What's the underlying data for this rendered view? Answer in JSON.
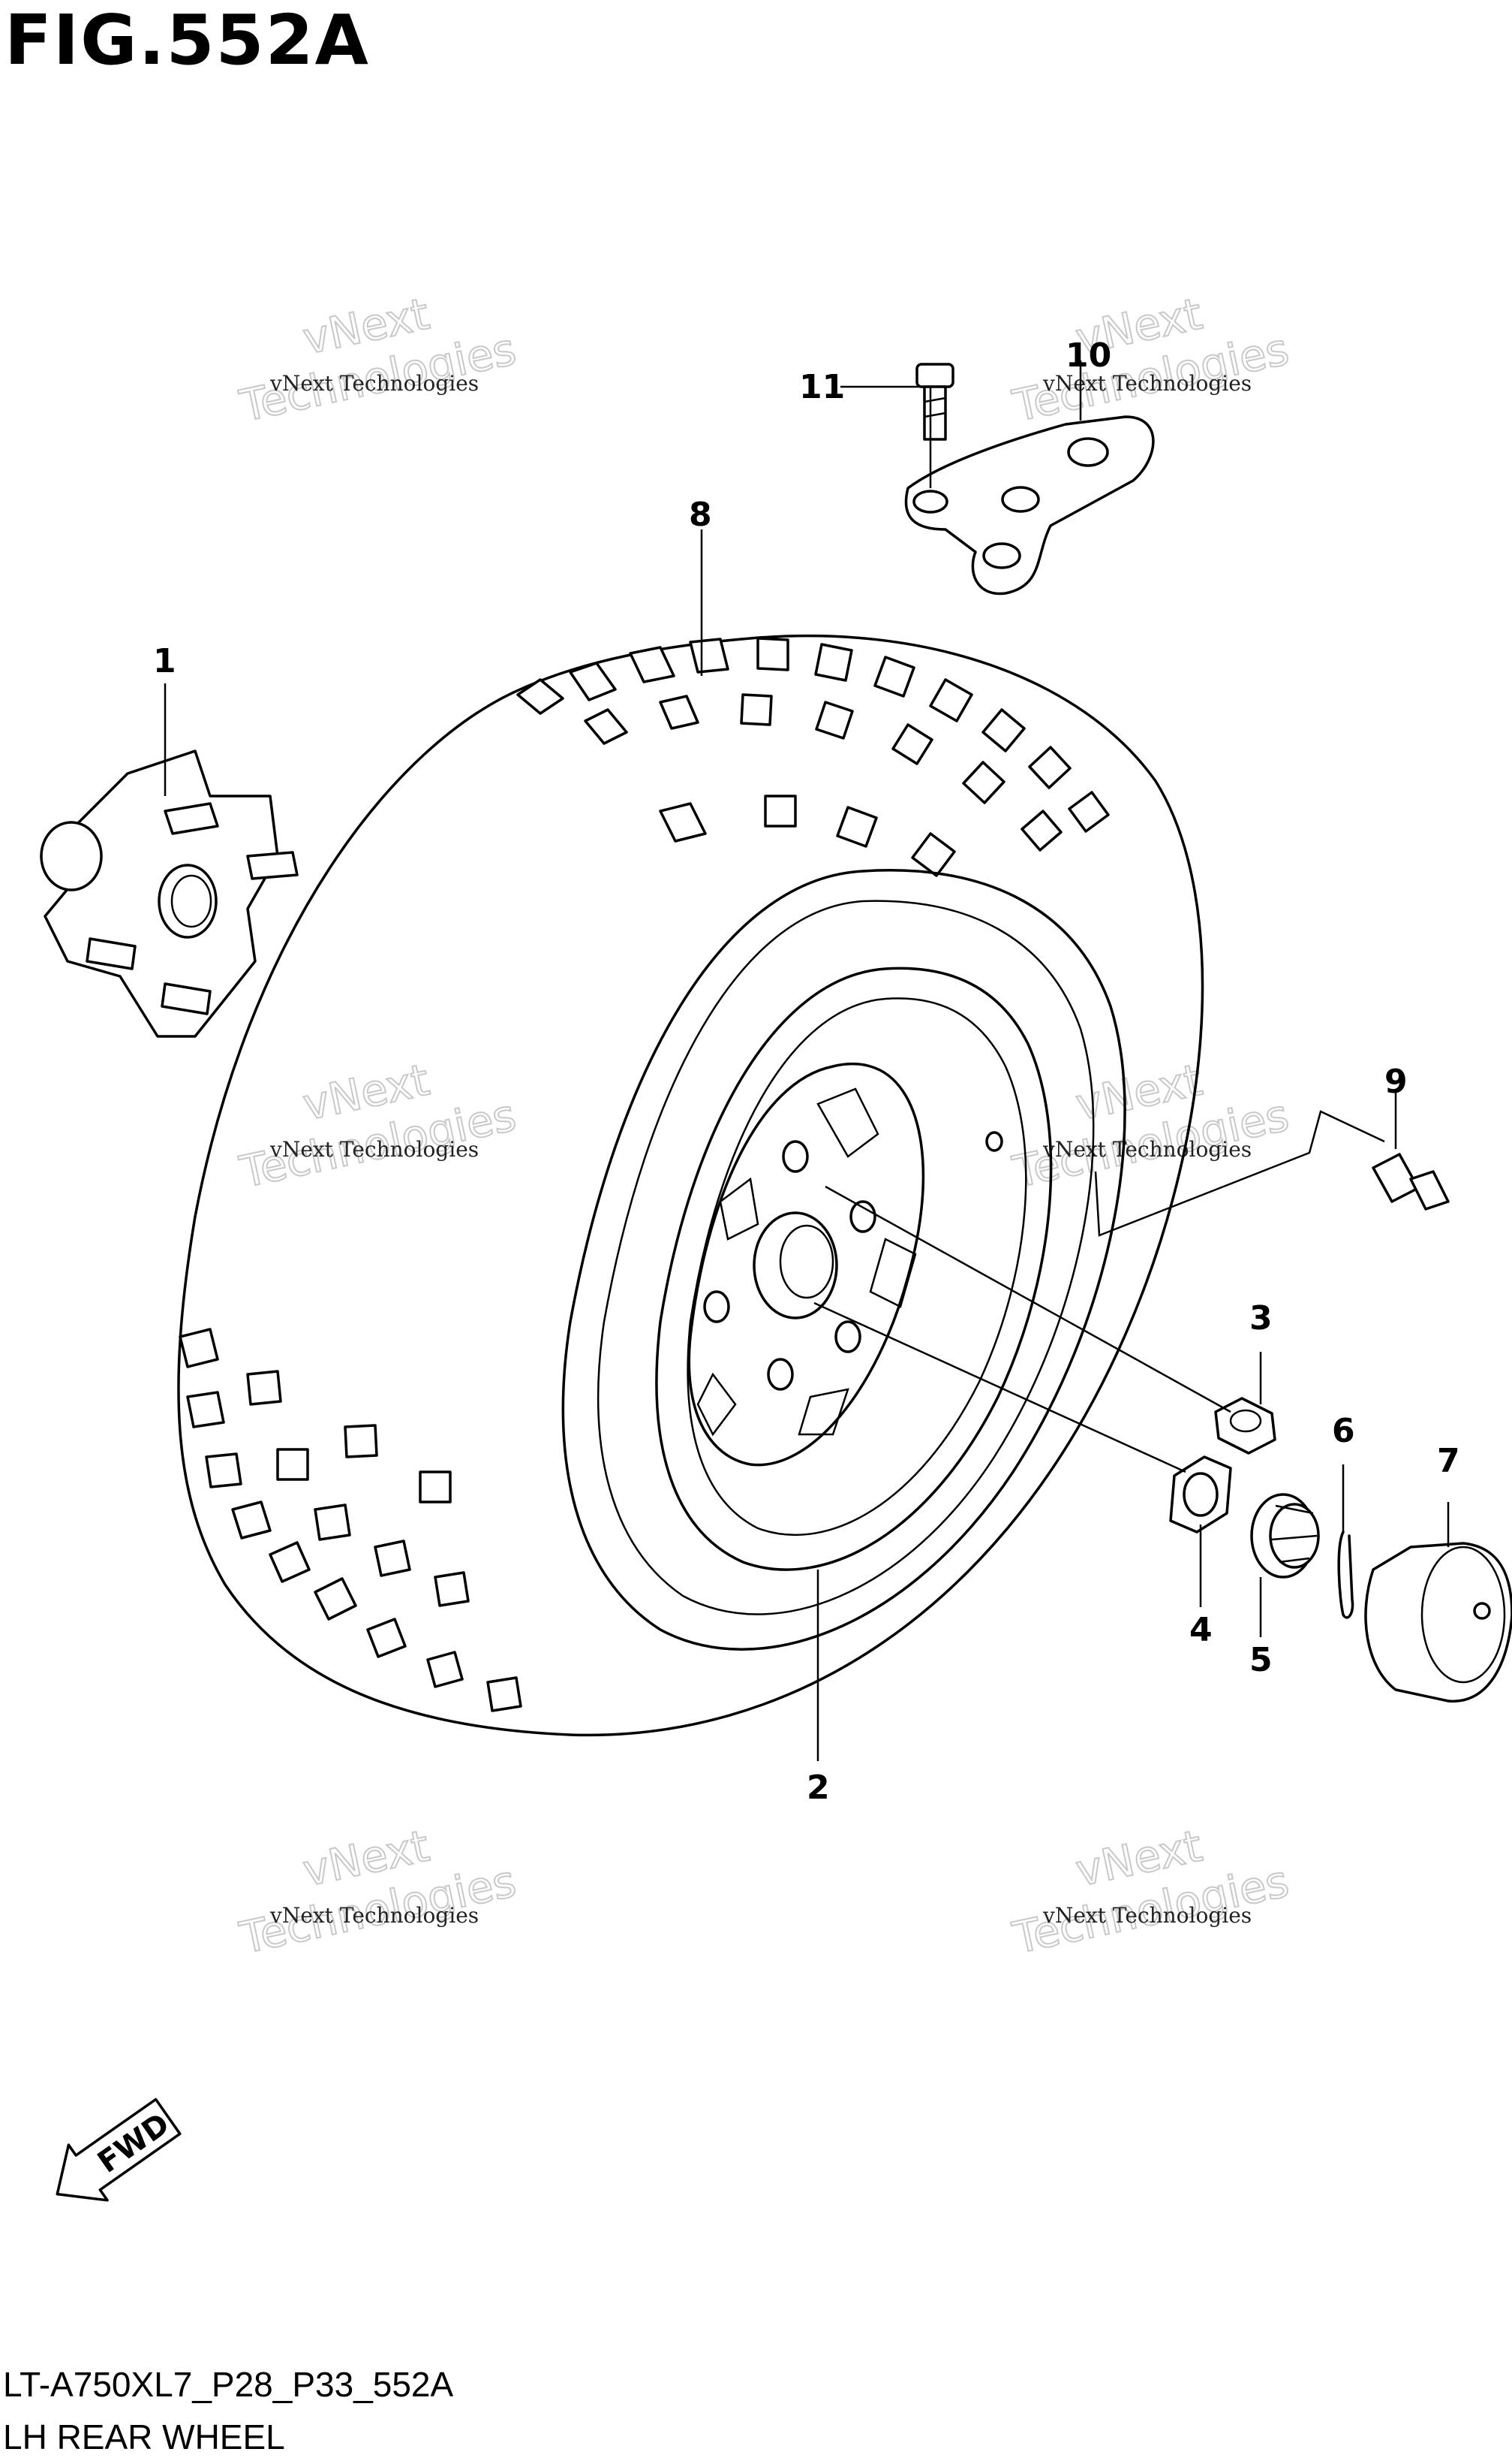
{
  "figure": {
    "title": "FIG.552A",
    "code": "LT-A750XL7_P28_P33_552A",
    "name": "LH REAR WHEEL"
  },
  "callouts": [
    "1",
    "2",
    "3",
    "4",
    "5",
    "6",
    "7",
    "8",
    "9",
    "10",
    "11"
  ],
  "watermark": {
    "line1": "vNext Technologies",
    "line2": "Technologies",
    "line3": "vNext"
  },
  "direction_badge": {
    "label": "FWD"
  },
  "colors": {
    "ink": "#000000",
    "background": "#ffffff",
    "watermark": "#c9c9c9"
  }
}
